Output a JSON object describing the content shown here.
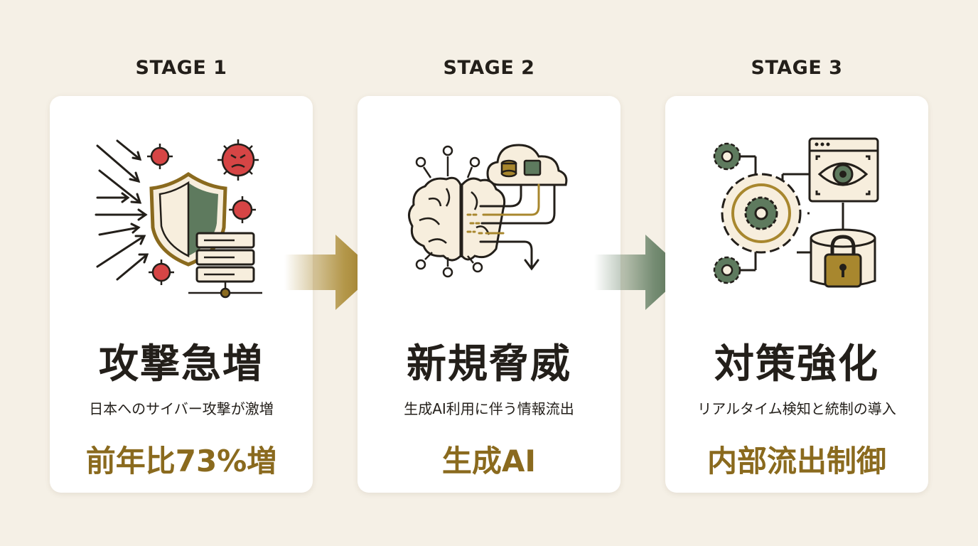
{
  "stages": [
    {
      "label": "STAGE 1",
      "title": "攻撃急増",
      "subtitle": "日本へのサイバー攻撃が激増",
      "metric": "前年比73%増",
      "icon": "shield-attack-icon"
    },
    {
      "label": "STAGE 2",
      "title": "新規脅威",
      "subtitle": "生成AI利用に伴う情報流出",
      "metric": "生成AI",
      "icon": "ai-brain-cloud-icon"
    },
    {
      "label": "STAGE 3",
      "title": "対策強化",
      "subtitle": "リアルタイム検知と統制の導入",
      "metric": "内部流出制御",
      "icon": "monitoring-control-icon"
    }
  ],
  "colors": {
    "background": "#f5f0e6",
    "card": "#ffffff",
    "text": "#231f1a",
    "gold": "#8a6a1e",
    "green": "#5e7a5e",
    "red": "#d64545"
  }
}
